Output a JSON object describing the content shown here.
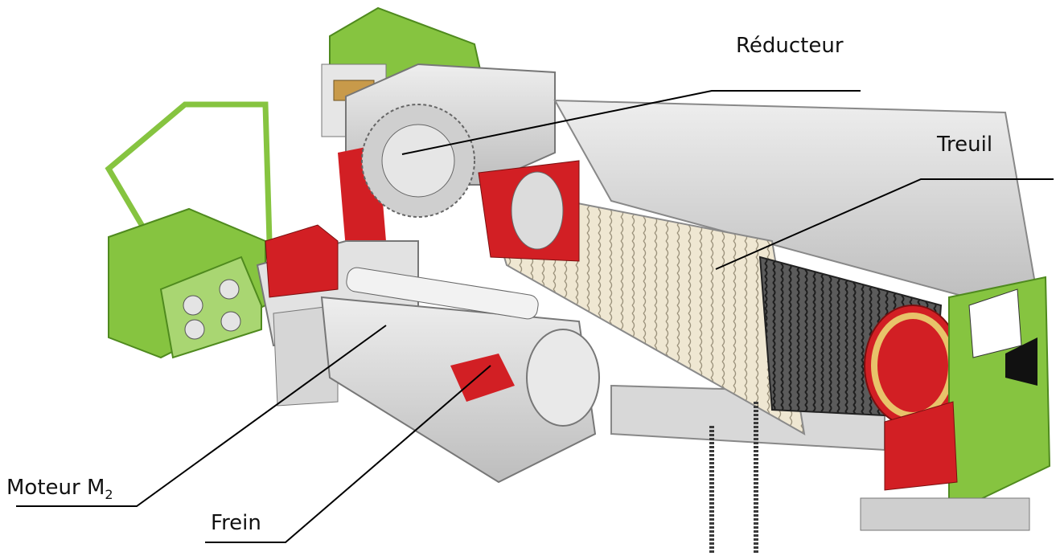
{
  "labels": {
    "reducteur": "Réducteur",
    "treuil": "Treuil",
    "moteur_main": "Moteur M",
    "moteur_sub": "2",
    "frein": "Frein"
  },
  "colors": {
    "green": "#86c440",
    "green_dark": "#4f8a1e",
    "red": "#d21f24",
    "grey": "#d9d9d9",
    "grey_dark": "#8a8a8a",
    "drum": "#efe7d2",
    "cable": "#3b3b3b",
    "line": "#000000"
  }
}
